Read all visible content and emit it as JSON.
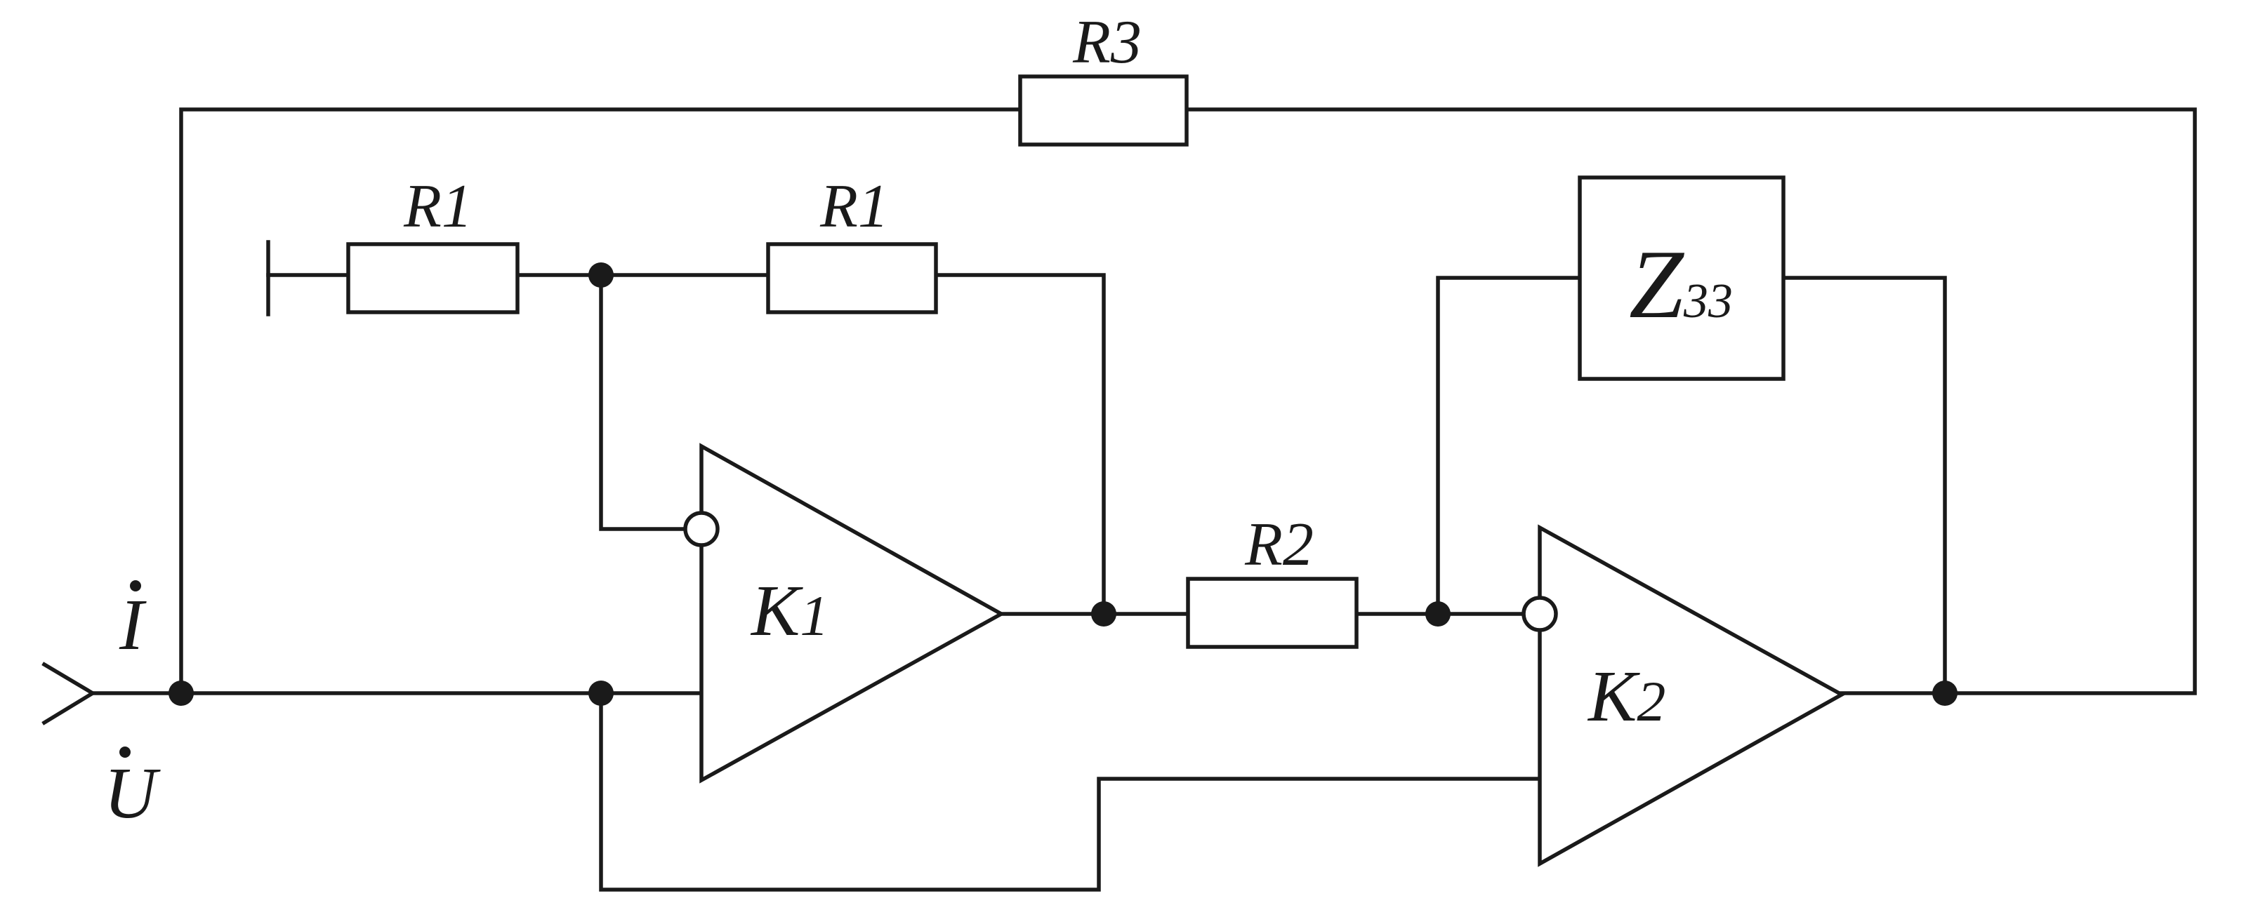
{
  "labels": {
    "r3": "R3",
    "r1_left": "R1",
    "r1_right": "R1",
    "r2": "R2",
    "z_main": "Z",
    "z_sub": "33",
    "k1_main": "K",
    "k1_sub": "1",
    "k2_main": "K",
    "k2_sub": "2",
    "current": "I",
    "voltage": "U"
  },
  "colors": {
    "stroke": "#1a1a1a",
    "background": "#ffffff"
  },
  "icons": {
    "ground": "ground-bar-icon",
    "inverting_input": "inverting-input-circle-icon",
    "input_terminal": "input-terminal-arrow-icon",
    "dot_overscript": "dot-accent-icon"
  }
}
